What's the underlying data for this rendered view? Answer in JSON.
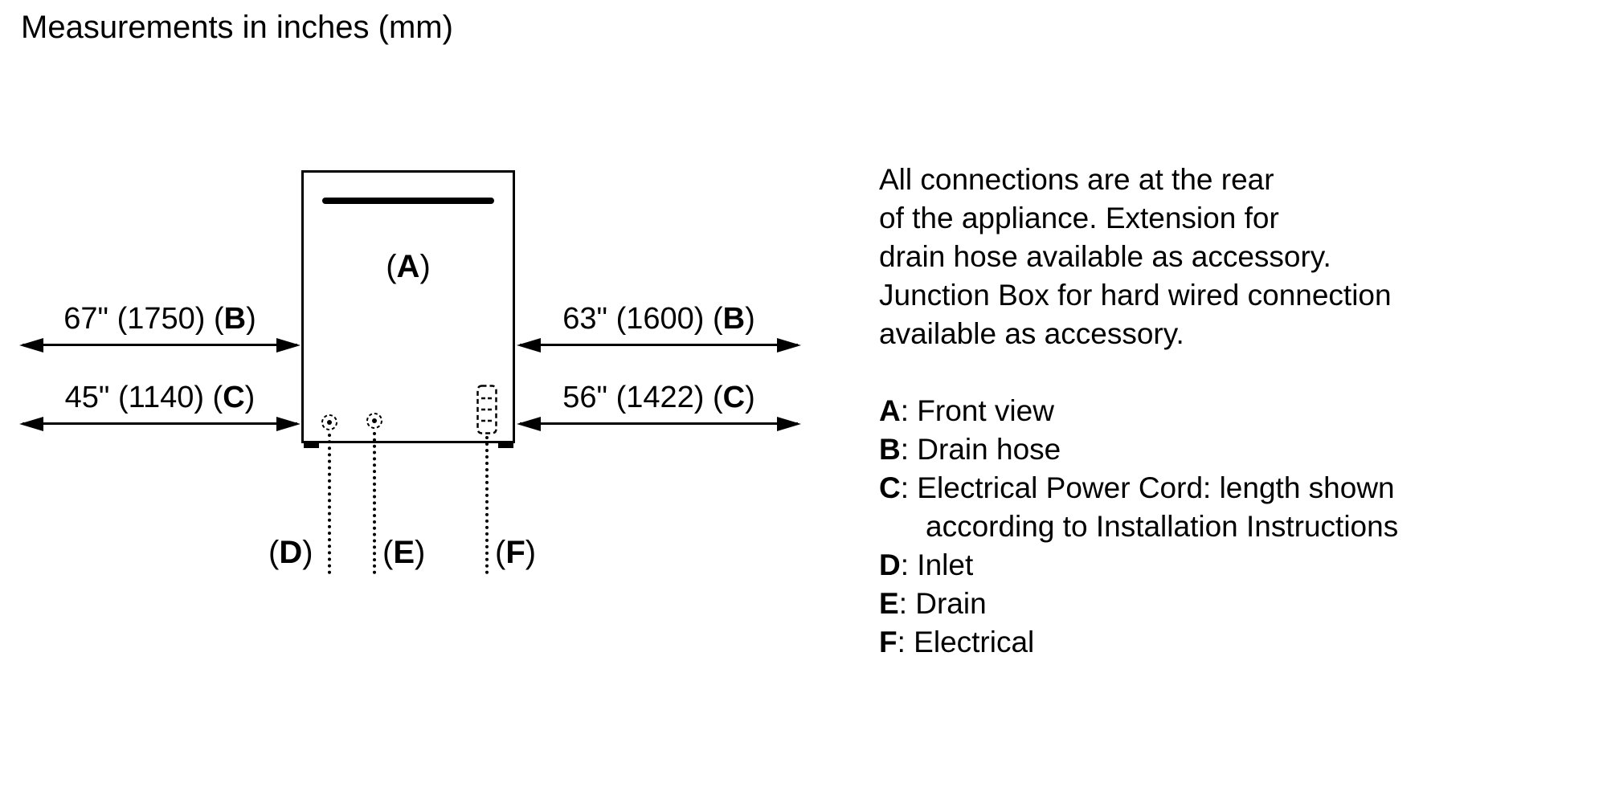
{
  "title": "Measurements in inches (mm)",
  "diagram": {
    "label_a": {
      "prefix": "(",
      "key": "A",
      "suffix": ")"
    },
    "dim_left_b": {
      "prefix": "67\" (1750) (",
      "key": "B",
      "suffix": ")"
    },
    "dim_left_c": {
      "prefix": "45\" (1140) (",
      "key": "C",
      "suffix": ")"
    },
    "dim_right_b": {
      "prefix": "63\" (1600) (",
      "key": "B",
      "suffix": ")"
    },
    "dim_right_c": {
      "prefix": "56\" (1422) (",
      "key": "C",
      "suffix": ")"
    },
    "label_d": {
      "prefix": "(",
      "key": "D",
      "suffix": ")"
    },
    "label_e": {
      "prefix": "(",
      "key": "E",
      "suffix": ")"
    },
    "label_f": {
      "prefix": "(",
      "key": "F",
      "suffix": ")"
    }
  },
  "notes": {
    "paragraph": "All connections are at the rear\nof the appliance. Extension for\ndrain hose available as accessory.\nJunction Box for hard wired connection\navailable as accessory.",
    "separator": ": ",
    "legend": [
      {
        "key": "A",
        "text": "Front view"
      },
      {
        "key": "B",
        "text": "Drain hose"
      },
      {
        "key": "C",
        "text": "Electrical Power Cord: length shown\naccording to Installation Instructions"
      },
      {
        "key": "D",
        "text": "Inlet"
      },
      {
        "key": "E",
        "text": "Drain"
      },
      {
        "key": "F",
        "text": "Electrical"
      }
    ]
  }
}
